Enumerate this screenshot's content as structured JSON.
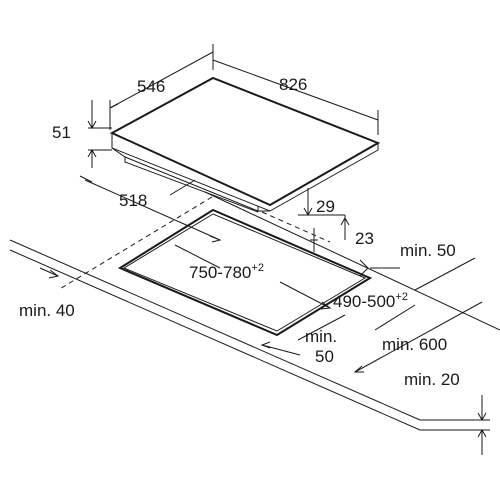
{
  "dimensions": {
    "hob_depth": "546",
    "hob_width": "826",
    "hob_height": "51",
    "cutout_offset": "518",
    "depth_below_1": "29",
    "depth_below_2": "23",
    "cutout_width": "750-780",
    "cutout_width_tol": "+2",
    "cutout_depth": "490-500",
    "cutout_depth_tol": "+2",
    "min_back": "min. 50",
    "min_front": "min. 40",
    "min_side_line1": "min.",
    "min_side_line2": "50",
    "min_worktop": "min. 600",
    "min_thickness": "min. 20"
  }
}
